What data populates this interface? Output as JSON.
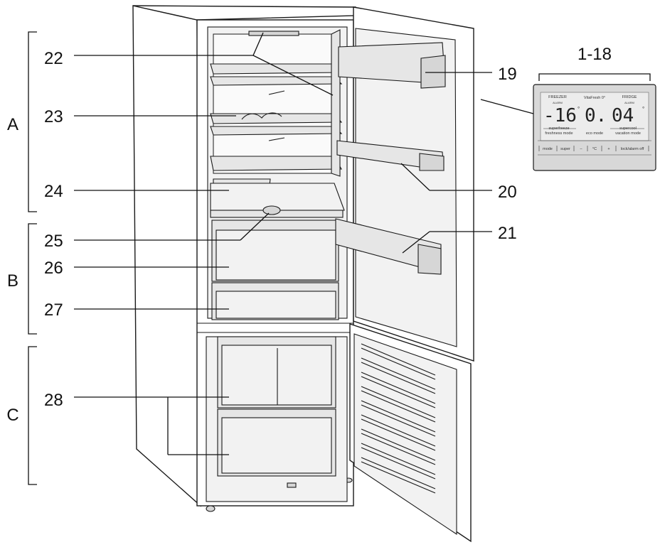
{
  "sections": [
    {
      "id": "A",
      "label": "A"
    },
    {
      "id": "B",
      "label": "B"
    },
    {
      "id": "C",
      "label": "C"
    }
  ],
  "callouts": {
    "c22": "22",
    "c23": "23",
    "c24": "24",
    "c25": "25",
    "c26": "26",
    "c27": "27",
    "c28": "28",
    "c19": "19",
    "c20": "20",
    "c21": "21",
    "c1_18": "1-18"
  },
  "control_panel": {
    "freezer_label": "FREEZER",
    "vitafresh_label": "VitaFresh 0°",
    "fridge_label": "FRIDGE",
    "alarm_left": "ALARM",
    "alarm_right": "ALARM",
    "freezer_temp": "-16",
    "vitafresh_temp": "0.",
    "fridge_temp": "04",
    "degree": "°",
    "superfreeze": "superfreeze",
    "freshness_mode": "freshness mode",
    "eco_mode": "eco mode",
    "supercool": "supercool",
    "vacation_mode": "vacation mode",
    "buttons": [
      "mode",
      "super",
      "–",
      "°C",
      "+",
      "lock/alarm off"
    ]
  }
}
